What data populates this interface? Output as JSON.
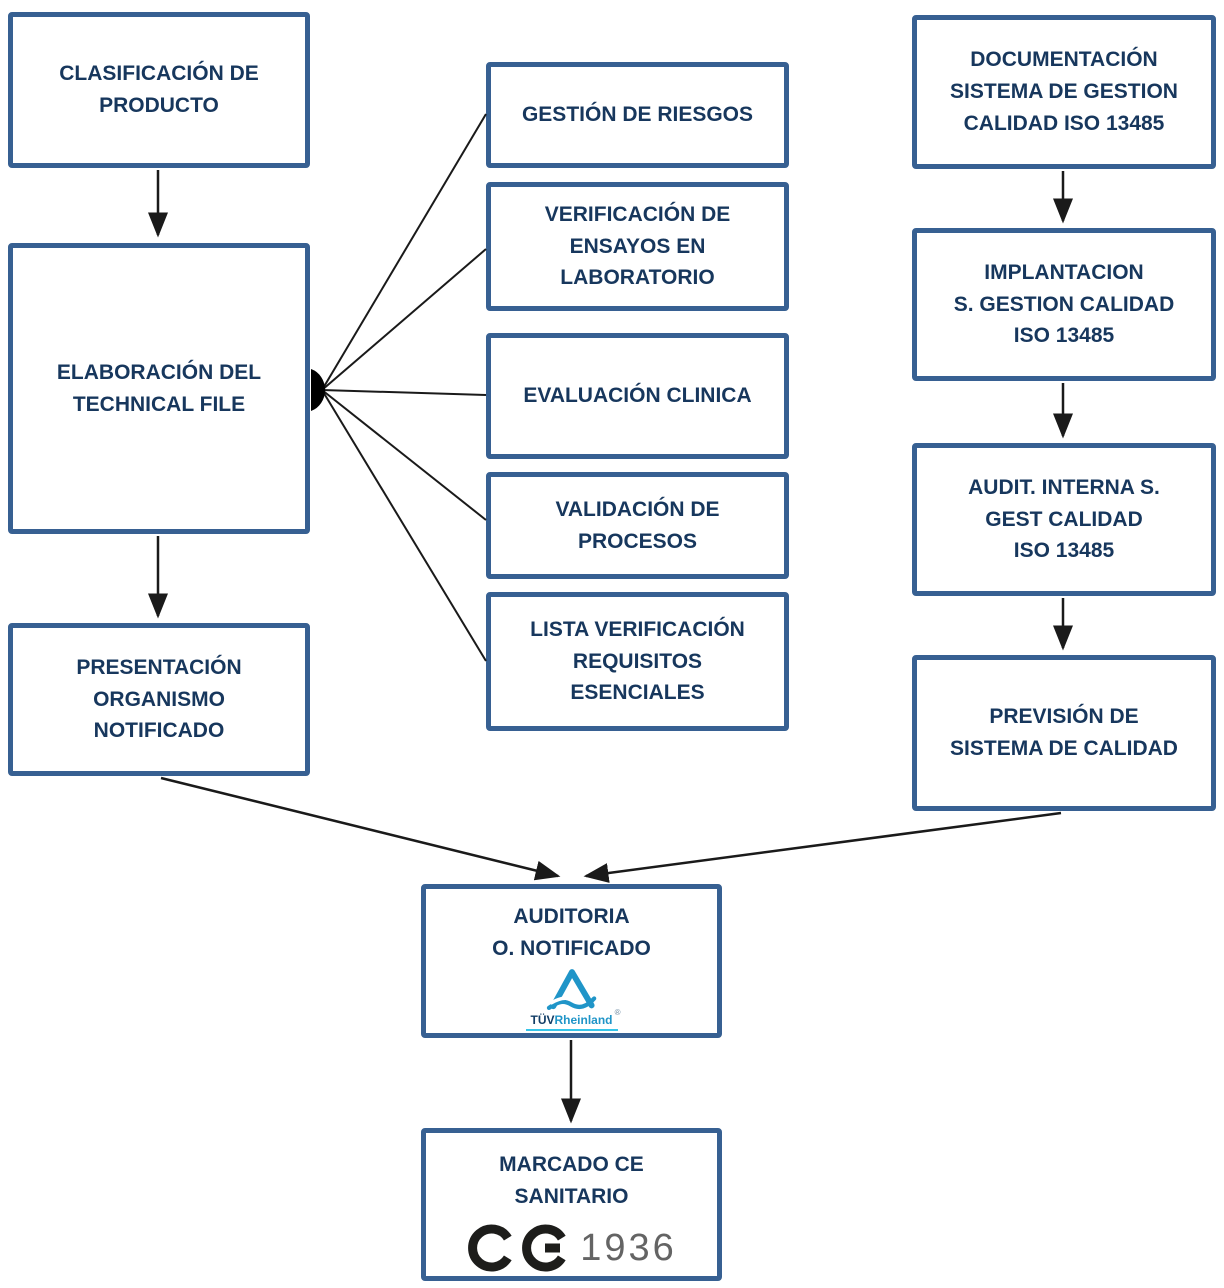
{
  "diagram": {
    "nodes": {
      "clasificacion": {
        "label": "CLASIFICACIÓN DE\nPRODUCTO"
      },
      "elaboracion": {
        "label": "ELABORACIÓN DEL\nTECHNICAL FILE"
      },
      "presentacion": {
        "label": "PRESENTACIÓN\nORGANISMO\nNOTIFICADO"
      },
      "gestion_riesgos": {
        "label": "GESTIÓN DE RIESGOS"
      },
      "verificacion_ensayos": {
        "label": "VERIFICACIÓN DE\nENSAYOS EN\nLABORATORIO"
      },
      "evaluacion_clinica": {
        "label": "EVALUACIÓN CLINICA"
      },
      "validacion_procesos": {
        "label": "VALIDACIÓN DE\nPROCESOS"
      },
      "lista_verificacion": {
        "label": "LISTA VERIFICACIÓN\nREQUISITOS\nESENCIALES"
      },
      "documentacion_sgc": {
        "label": "DOCUMENTACIÓN\nSISTEMA DE GESTION\nCALIDAD ISO 13485"
      },
      "implantacion_sgc": {
        "label": "IMPLANTACION\nS. GESTION CALIDAD\nISO 13485"
      },
      "auditoria_interna": {
        "label": "AUDIT. INTERNA S.\nGEST CALIDAD\nISO 13485"
      },
      "prevision_calidad": {
        "label": "PREVISIÓN DE\nSISTEMA DE CALIDAD"
      },
      "auditoria_on": {
        "label": "AUDITORIA\nO. NOTIFICADO"
      },
      "marcado_ce": {
        "label": "MARCADO CE\nSANITARIO"
      }
    },
    "logos": {
      "tuv": {
        "bold": "TÜV",
        "light": "Rheinland",
        "registered": "®"
      },
      "ce": {
        "number": "1936"
      }
    },
    "colors": {
      "box_border": "#376092",
      "box_text": "#17375d",
      "connector": "#1a1a1a",
      "tuv_blue": "#2095c8",
      "tuv_dark_text": "#123d66",
      "tuv_underline_cyan": "#35c4e8",
      "ce_mark_black": "#1d1d1b",
      "ce_number_gray": "#646464"
    }
  }
}
